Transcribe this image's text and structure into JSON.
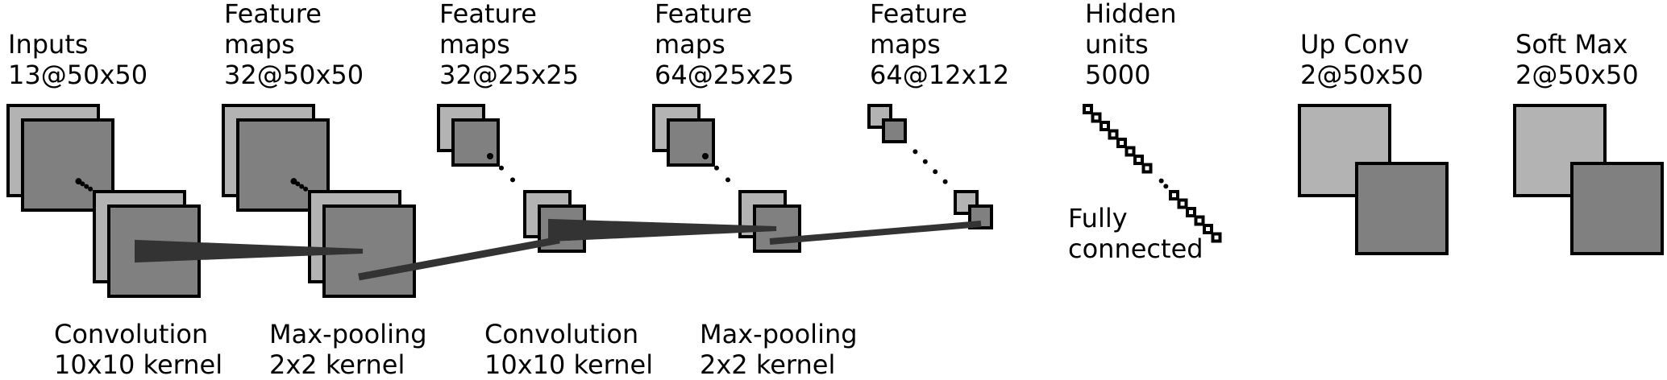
{
  "layers": [
    {
      "title": "Inputs",
      "dims": "13@50x50"
    },
    {
      "title1": "Feature",
      "title2": "maps",
      "dims": "32@50x50"
    },
    {
      "title1": "Feature",
      "title2": "maps",
      "dims": "32@25x25"
    },
    {
      "title1": "Feature",
      "title2": "maps",
      "dims": "64@25x25"
    },
    {
      "title1": "Feature",
      "title2": "maps",
      "dims": "64@12x12"
    },
    {
      "title1": "Hidden",
      "title2": "units",
      "dims": "5000"
    },
    {
      "title": "Up Conv",
      "dims": "2@50x50"
    },
    {
      "title": "Soft Max",
      "dims": "2@50x50"
    }
  ],
  "operations": [
    {
      "name": "Convolution",
      "kernel": "10x10 kernel"
    },
    {
      "name": "Max-pooling",
      "kernel": "2x2 kernel"
    },
    {
      "name": "Convolution",
      "kernel": "10x10 kernel"
    },
    {
      "name": "Max-pooling",
      "kernel": "2x2 kernel"
    }
  ],
  "fc_label": {
    "line1": "Fully",
    "line2": "connected"
  },
  "colors": {
    "light": "#b3b3b3",
    "dark": "#808080",
    "stroke": "#000000",
    "link": "#333333"
  }
}
